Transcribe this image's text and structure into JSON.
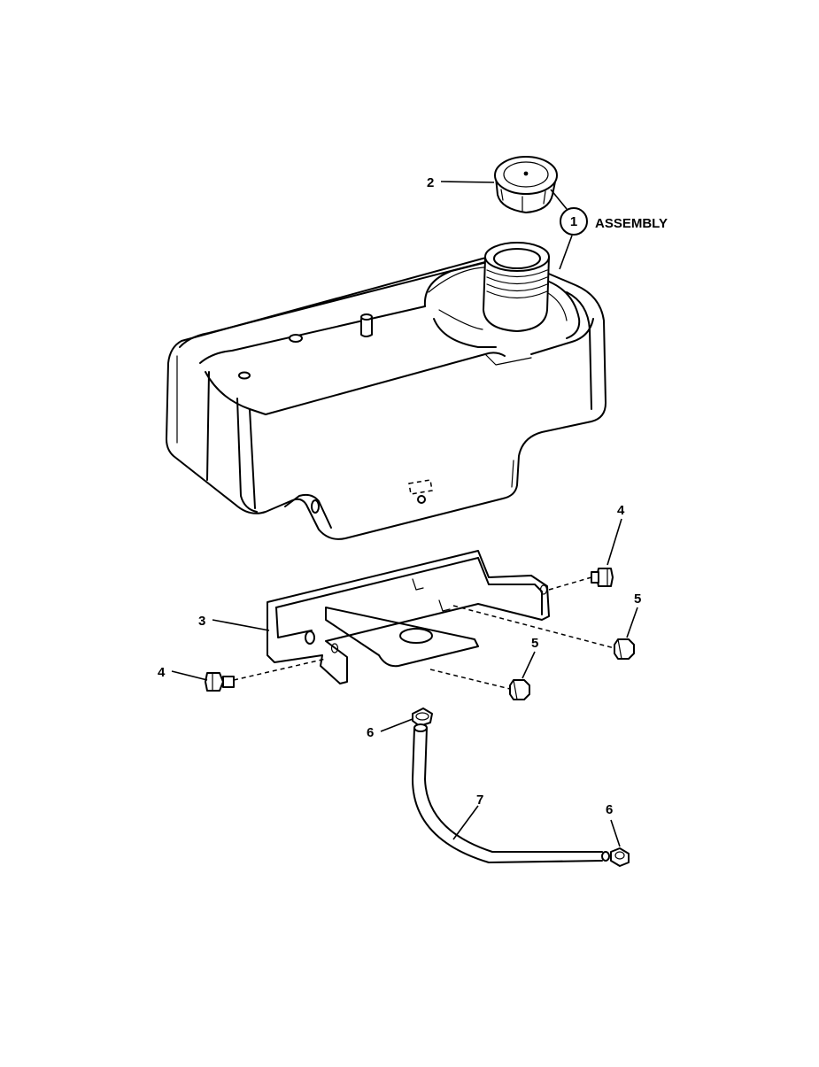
{
  "callouts": {
    "c1": "1",
    "c1_text": "ASSEMBLY",
    "c2": "2",
    "c3": "3",
    "c4a": "4",
    "c4b": "4",
    "c5a": "5",
    "c5b": "5",
    "c6a": "6",
    "c6b": "6",
    "c7": "7"
  }
}
